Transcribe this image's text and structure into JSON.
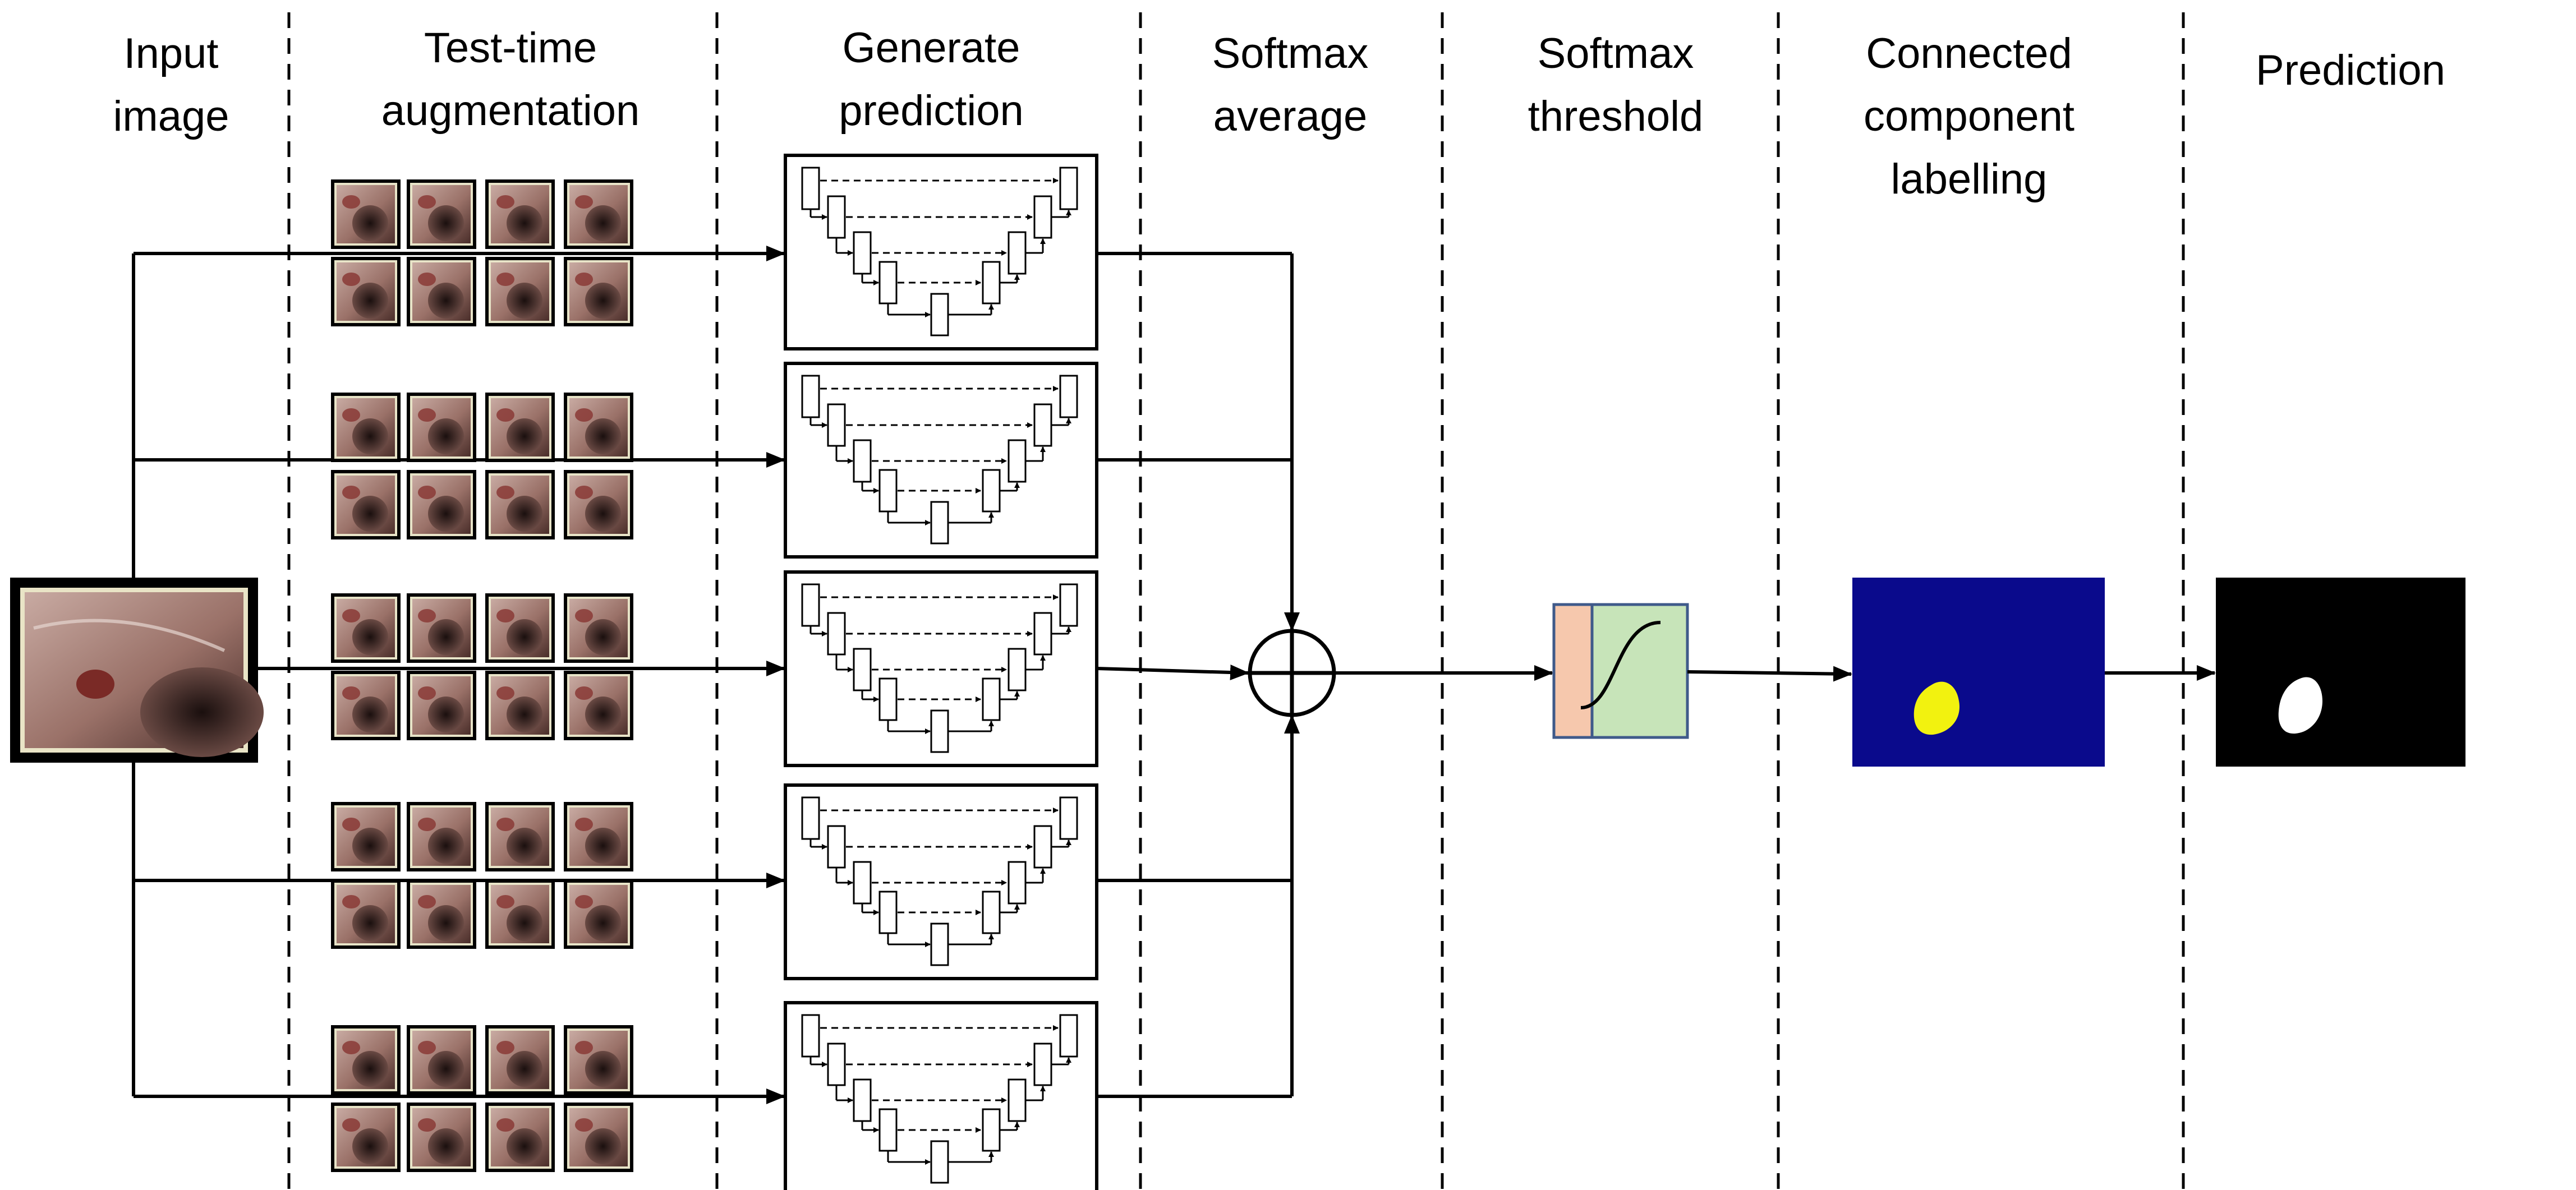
{
  "headers": {
    "input_image": [
      "Input",
      "image"
    ],
    "tta": [
      "Test-time",
      "augmentation"
    ],
    "generate": [
      "Generate",
      "prediction"
    ],
    "softmax_avg": [
      "Softmax",
      "average"
    ],
    "softmax_thr": [
      "Softmax",
      "threshold"
    ],
    "ccl": [
      "Connected",
      "component",
      "labelling"
    ],
    "prediction": [
      "Prediction"
    ]
  },
  "branches": [
    "branch-1",
    "branch-2",
    "branch-3",
    "branch-4",
    "branch-5"
  ],
  "colors": {
    "line": "#000000",
    "divider": "#000000",
    "threshold_left": "#f6c8ad",
    "threshold_right": "#c7e4b9",
    "threshold_border": "#3f5a8a",
    "ccl_background": "#0a0a8c",
    "ccl_blob": "#f2f20f",
    "prediction_background": "#000000",
    "prediction_blob": "#ffffff",
    "tissue_light": "#b8988f",
    "tissue_dark": "#5a3a36"
  },
  "icons": [
    "unet-icon",
    "sum-node-icon",
    "sigmoid-icon",
    "colonoscopy-thumbnail-icon"
  ]
}
